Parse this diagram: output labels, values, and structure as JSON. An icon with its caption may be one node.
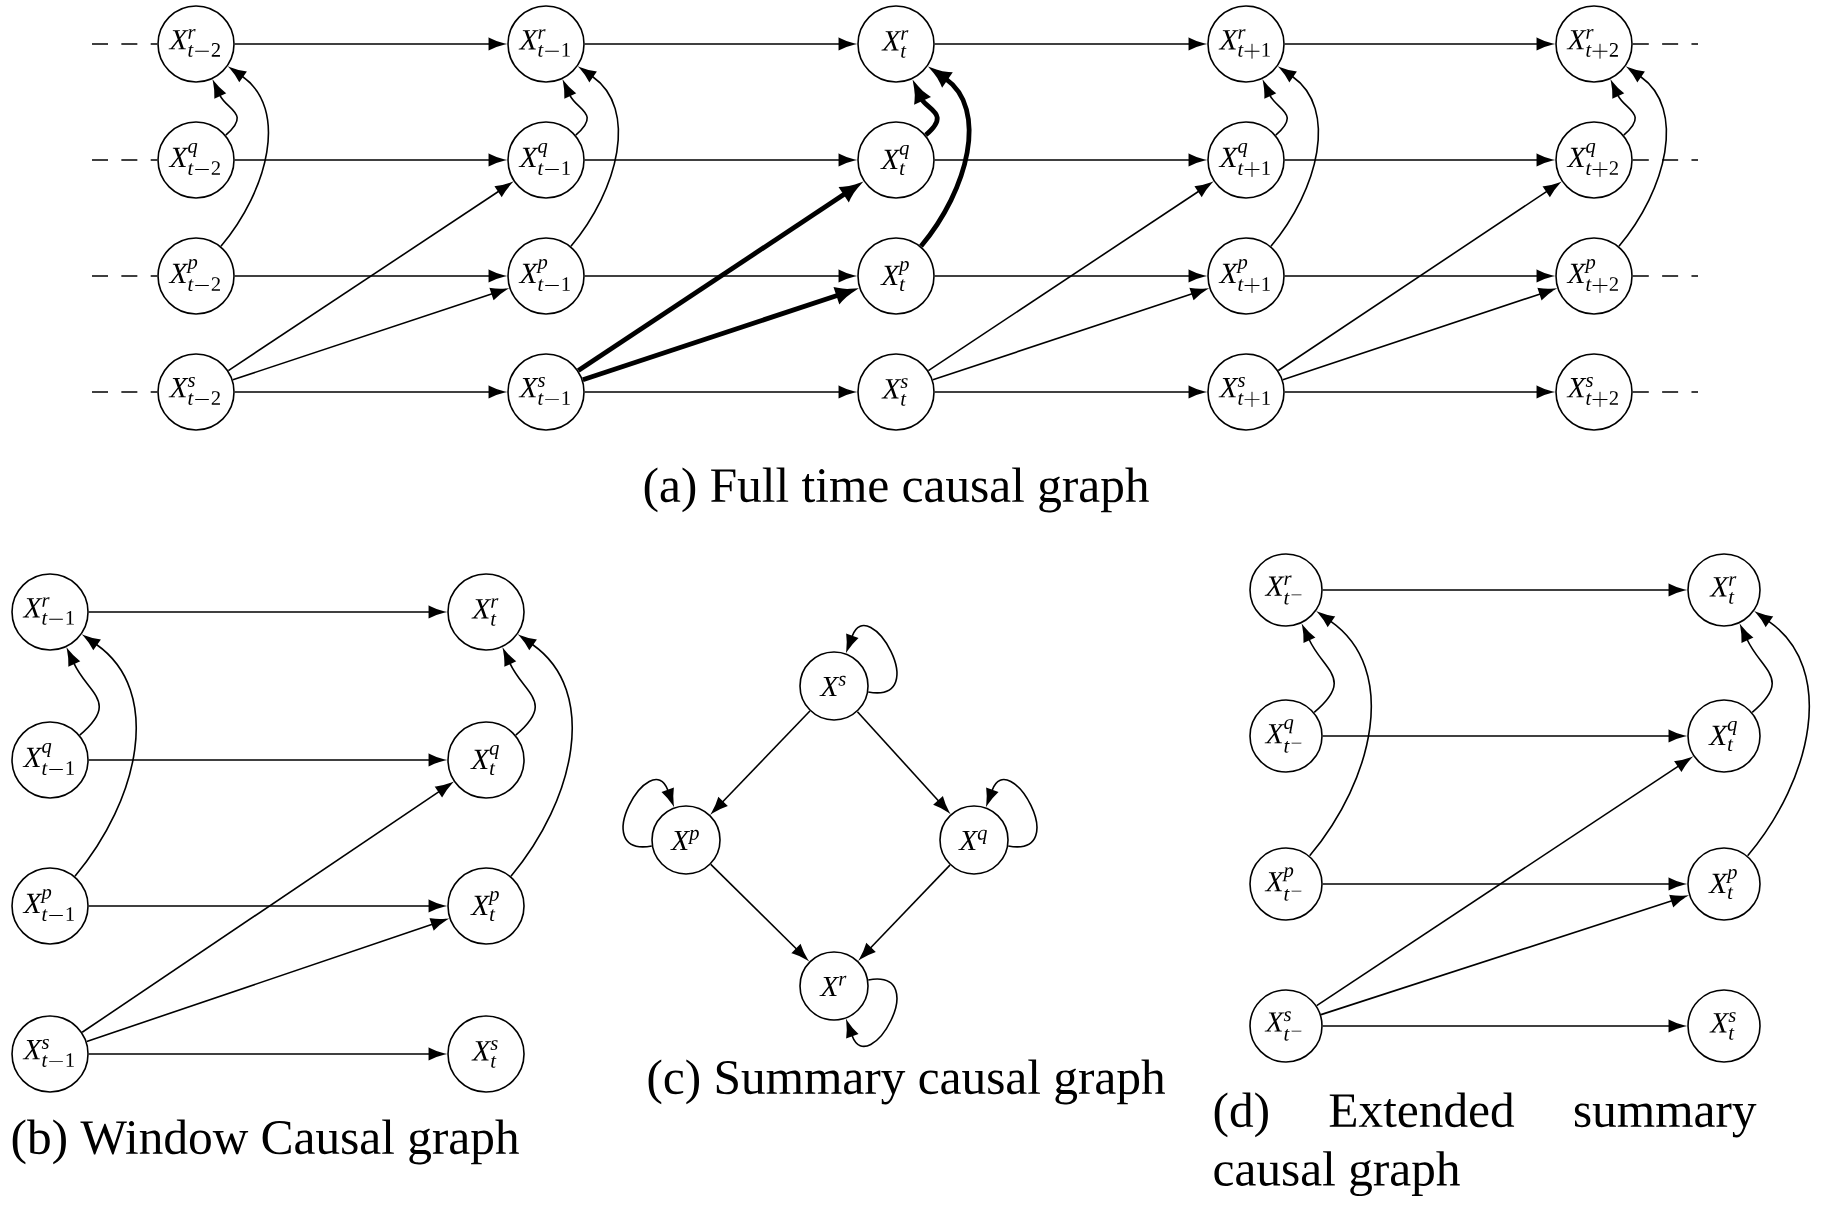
{
  "diagram": {
    "nodes": [
      {
        "text": [
          "X^{r}_{t-2}"
        ]
      },
      {
        "text": [
          "X^{r}_{t-1}"
        ]
      },
      {
        "text": [
          "X^{r}_{t}"
        ]
      },
      {
        "text": [
          "X^{r}_{t+1}"
        ]
      },
      {
        "text": [
          "X^{r}_{t+2}"
        ]
      },
      {
        "text": [
          "X^{q}_{t-2}"
        ]
      },
      {
        "text": [
          "X^{q}_{t-1}"
        ]
      },
      {
        "text": [
          "X^{q}_{t}"
        ]
      },
      {
        "text": [
          "X^{q}_{t+1}"
        ]
      },
      {
        "text": [
          "X^{q}_{t+2}"
        ]
      },
      {
        "text": [
          "X^{p}_{t-2}"
        ]
      },
      {
        "text": [
          "X^{p}_{t-1}"
        ]
      },
      {
        "text": [
          "X^{p}_{t}"
        ]
      },
      {
        "text": [
          "X^{p}_{t+1}"
        ]
      },
      {
        "text": [
          "X^{p}_{t+2}"
        ]
      },
      {
        "text": [
          "X^{s}_{t-2}"
        ]
      },
      {
        "text": [
          "X^{s}_{t-1}"
        ]
      },
      {
        "text": [
          "X^{s}_{t}"
        ]
      },
      {
        "text": [
          "X^{s}_{t+1}"
        ]
      },
      {
        "text": [
          "X^{s}_{t+2}"
        ]
      },
      {
        "text": [
          "X^{r}_{t-1}"
        ]
      },
      {
        "text": [
          "X^{r}_{t}"
        ]
      },
      {
        "text": [
          "X^{q}_{t-1}"
        ]
      },
      {
        "text": [
          "X^{q}_{t}"
        ]
      },
      {
        "text": [
          "X^{p}_{t-1}"
        ]
      },
      {
        "text": [
          "X^{p}_{t}"
        ]
      },
      {
        "text": [
          "X^{s}_{t-1}"
        ]
      },
      {
        "text": [
          "X^{s}_{t}"
        ]
      },
      {
        "text": [
          "X^{s}"
        ]
      },
      {
        "text": [
          "X^{p}"
        ]
      },
      {
        "text": [
          "X^{q}"
        ]
      },
      {
        "text": [
          "X^{r}"
        ]
      },
      {
        "text": [
          "X^{r}_{t^{-}}"
        ]
      },
      {
        "text": [
          "X^{r}_{t}"
        ]
      },
      {
        "text": [
          "X^{q}_{t^{-}}"
        ]
      },
      {
        "text": [
          "X^{q}_{t}"
        ]
      },
      {
        "text": [
          "X^{p}_{t^{-}}"
        ]
      },
      {
        "text": [
          "X^{p}_{t}"
        ]
      },
      {
        "text": [
          "X^{s}_{t^{-}}"
        ]
      },
      {
        "text": [
          "X^{s}_{t}"
        ]
      }
    ],
    "edges": [
      {
        "from": null,
        "to": 0,
        "arrow": "none",
        "style": "dashed"
      },
      {
        "from": null,
        "to": 5,
        "arrow": "none",
        "style": "dashed"
      },
      {
        "from": null,
        "to": 10,
        "arrow": "none",
        "style": "dashed"
      },
      {
        "from": null,
        "to": 15,
        "arrow": "none",
        "style": "dashed"
      },
      {
        "from": 4,
        "to": null,
        "arrow": "none",
        "style": "dashed"
      },
      {
        "from": 9,
        "to": null,
        "arrow": "none",
        "style": "dashed"
      },
      {
        "from": 14,
        "to": null,
        "arrow": "none",
        "style": "dashed"
      },
      {
        "from": 19,
        "to": null,
        "arrow": "none",
        "style": "dashed"
      },
      {
        "from": 0,
        "to": 1,
        "arrow": "to"
      },
      {
        "from": 1,
        "to": 2,
        "arrow": "to"
      },
      {
        "from": 2,
        "to": 3,
        "arrow": "to"
      },
      {
        "from": 3,
        "to": 4,
        "arrow": "to"
      },
      {
        "from": 5,
        "to": 6,
        "arrow": "to"
      },
      {
        "from": 6,
        "to": 7,
        "arrow": "to"
      },
      {
        "from": 7,
        "to": 8,
        "arrow": "to"
      },
      {
        "from": 8,
        "to": 9,
        "arrow": "to"
      },
      {
        "from": 10,
        "to": 11,
        "arrow": "to"
      },
      {
        "from": 11,
        "to": 12,
        "arrow": "to"
      },
      {
        "from": 12,
        "to": 13,
        "arrow": "to"
      },
      {
        "from": 13,
        "to": 14,
        "arrow": "to"
      },
      {
        "from": 15,
        "to": 16,
        "arrow": "to"
      },
      {
        "from": 16,
        "to": 17,
        "arrow": "to"
      },
      {
        "from": 17,
        "to": 18,
        "arrow": "to"
      },
      {
        "from": 18,
        "to": 19,
        "arrow": "to"
      },
      {
        "from": 5,
        "to": 0,
        "arrow": "to"
      },
      {
        "from": 10,
        "to": 0,
        "arrow": "to"
      },
      {
        "from": 6,
        "to": 1,
        "arrow": "to"
      },
      {
        "from": 11,
        "to": 1,
        "arrow": "to"
      },
      {
        "from": 7,
        "to": 2,
        "arrow": "to",
        "style": "thick"
      },
      {
        "from": 12,
        "to": 2,
        "arrow": "to",
        "style": "thick"
      },
      {
        "from": 8,
        "to": 3,
        "arrow": "to"
      },
      {
        "from": 13,
        "to": 3,
        "arrow": "to"
      },
      {
        "from": 9,
        "to": 4,
        "arrow": "to"
      },
      {
        "from": 14,
        "to": 4,
        "arrow": "to"
      },
      {
        "from": 15,
        "to": 6,
        "arrow": "to"
      },
      {
        "from": 15,
        "to": 11,
        "arrow": "to"
      },
      {
        "from": 16,
        "to": 7,
        "arrow": "to",
        "style": "thick"
      },
      {
        "from": 16,
        "to": 12,
        "arrow": "to",
        "style": "thick"
      },
      {
        "from": 17,
        "to": 8,
        "arrow": "to"
      },
      {
        "from": 17,
        "to": 13,
        "arrow": "to"
      },
      {
        "from": 18,
        "to": 9,
        "arrow": "to"
      },
      {
        "from": 18,
        "to": 14,
        "arrow": "to"
      },
      {
        "from": 20,
        "to": 21,
        "arrow": "to"
      },
      {
        "from": 22,
        "to": 23,
        "arrow": "to"
      },
      {
        "from": 24,
        "to": 25,
        "arrow": "to"
      },
      {
        "from": 26,
        "to": 27,
        "arrow": "to"
      },
      {
        "from": 22,
        "to": 20,
        "arrow": "to"
      },
      {
        "from": 24,
        "to": 20,
        "arrow": "to"
      },
      {
        "from": 23,
        "to": 21,
        "arrow": "to"
      },
      {
        "from": 25,
        "to": 21,
        "arrow": "to"
      },
      {
        "from": 26,
        "to": 23,
        "arrow": "to"
      },
      {
        "from": 26,
        "to": 25,
        "arrow": "to"
      },
      {
        "from": 28,
        "to": 28,
        "arrow": "to"
      },
      {
        "from": 28,
        "to": 29,
        "arrow": "to"
      },
      {
        "from": 28,
        "to": 30,
        "arrow": "to"
      },
      {
        "from": 29,
        "to": 29,
        "arrow": "to"
      },
      {
        "from": 30,
        "to": 30,
        "arrow": "to"
      },
      {
        "from": 29,
        "to": 31,
        "arrow": "to"
      },
      {
        "from": 30,
        "to": 31,
        "arrow": "to"
      },
      {
        "from": 31,
        "to": 31,
        "arrow": "to"
      },
      {
        "from": 32,
        "to": 33,
        "arrow": "to"
      },
      {
        "from": 34,
        "to": 35,
        "arrow": "to"
      },
      {
        "from": 36,
        "to": 37,
        "arrow": "to"
      },
      {
        "from": 38,
        "to": 39,
        "arrow": "to"
      },
      {
        "from": 34,
        "to": 32,
        "arrow": "to"
      },
      {
        "from": 36,
        "to": 32,
        "arrow": "to"
      },
      {
        "from": 35,
        "to": 33,
        "arrow": "to"
      },
      {
        "from": 37,
        "to": 33,
        "arrow": "to"
      },
      {
        "from": 38,
        "to": 35,
        "arrow": "to"
      },
      {
        "from": 38,
        "to": 37,
        "arrow": "to"
      }
    ],
    "labels": [
      "(a) Full time causal graph",
      "(b) Window Causal graph",
      "(c) Summary causal graph",
      "(d) Extended summary causal graph"
    ]
  }
}
